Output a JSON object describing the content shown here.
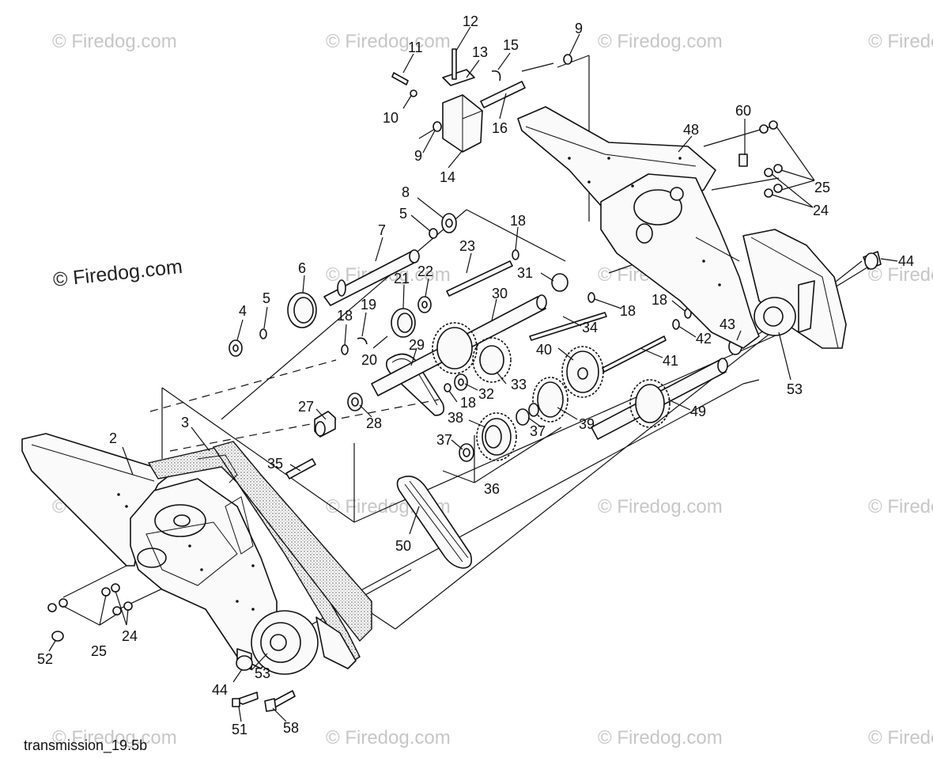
{
  "caption": "transmission_19.5b",
  "watermark": "© Firedog.com",
  "watermark_bold": "© Firedog.com",
  "callouts": [
    {
      "id": "c2",
      "text": "2"
    },
    {
      "id": "c3",
      "text": "3"
    },
    {
      "id": "c4",
      "text": "4"
    },
    {
      "id": "c5a",
      "text": "5"
    },
    {
      "id": "c5b",
      "text": "5"
    },
    {
      "id": "c6",
      "text": "6"
    },
    {
      "id": "c7",
      "text": "7"
    },
    {
      "id": "c8",
      "text": "8"
    },
    {
      "id": "c9a",
      "text": "9"
    },
    {
      "id": "c9b",
      "text": "9"
    },
    {
      "id": "c10",
      "text": "10"
    },
    {
      "id": "c11",
      "text": "11"
    },
    {
      "id": "c12",
      "text": "12"
    },
    {
      "id": "c13",
      "text": "13"
    },
    {
      "id": "c14",
      "text": "14"
    },
    {
      "id": "c15",
      "text": "15"
    },
    {
      "id": "c16",
      "text": "16"
    },
    {
      "id": "c18a",
      "text": "18"
    },
    {
      "id": "c18b",
      "text": "18"
    },
    {
      "id": "c18c",
      "text": "18"
    },
    {
      "id": "c18d",
      "text": "18"
    },
    {
      "id": "c18e",
      "text": "18"
    },
    {
      "id": "c19",
      "text": "19"
    },
    {
      "id": "c20",
      "text": "20"
    },
    {
      "id": "c21",
      "text": "21"
    },
    {
      "id": "c22",
      "text": "22"
    },
    {
      "id": "c23",
      "text": "23"
    },
    {
      "id": "c24a",
      "text": "24"
    },
    {
      "id": "c24b",
      "text": "24"
    },
    {
      "id": "c25a",
      "text": "25"
    },
    {
      "id": "c25b",
      "text": "25"
    },
    {
      "id": "c27",
      "text": "27"
    },
    {
      "id": "c28",
      "text": "28"
    },
    {
      "id": "c29",
      "text": "29"
    },
    {
      "id": "c30",
      "text": "30"
    },
    {
      "id": "c31",
      "text": "31"
    },
    {
      "id": "c32",
      "text": "32"
    },
    {
      "id": "c33",
      "text": "33"
    },
    {
      "id": "c34",
      "text": "34"
    },
    {
      "id": "c35",
      "text": "35"
    },
    {
      "id": "c36",
      "text": "36"
    },
    {
      "id": "c37a",
      "text": "37"
    },
    {
      "id": "c37b",
      "text": "37"
    },
    {
      "id": "c38",
      "text": "38"
    },
    {
      "id": "c39",
      "text": "39"
    },
    {
      "id": "c40",
      "text": "40"
    },
    {
      "id": "c41",
      "text": "41"
    },
    {
      "id": "c42",
      "text": "42"
    },
    {
      "id": "c43",
      "text": "43"
    },
    {
      "id": "c44a",
      "text": "44"
    },
    {
      "id": "c44b",
      "text": "44"
    },
    {
      "id": "c48",
      "text": "48"
    },
    {
      "id": "c49",
      "text": "49"
    },
    {
      "id": "c50",
      "text": "50"
    },
    {
      "id": "c51",
      "text": "51"
    },
    {
      "id": "c52",
      "text": "52"
    },
    {
      "id": "c53a",
      "text": "53"
    },
    {
      "id": "c53b",
      "text": "53"
    },
    {
      "id": "c58",
      "text": "58"
    },
    {
      "id": "c60",
      "text": "60"
    }
  ]
}
